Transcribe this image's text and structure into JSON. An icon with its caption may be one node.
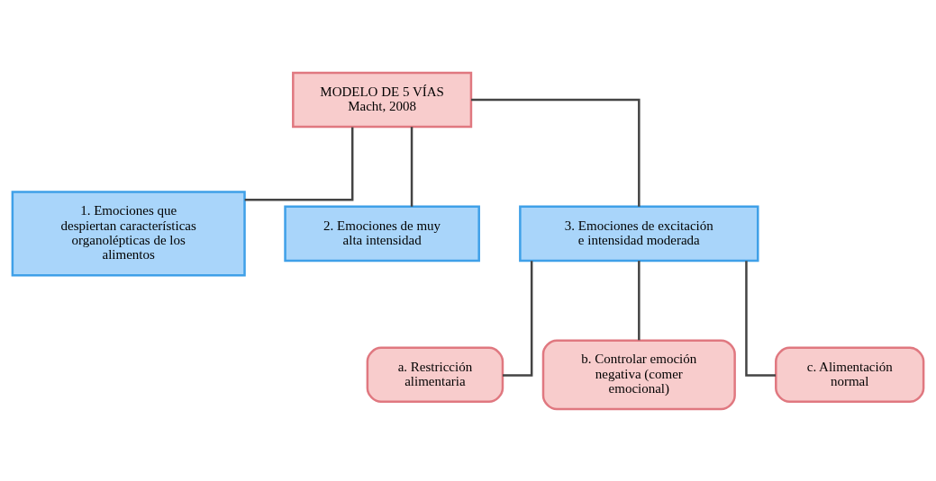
{
  "diagram": {
    "nodes": [
      {
        "text": [
          "MODELO DE 5 VÍAS",
          "Macht, 2008"
        ]
      },
      {
        "text": [
          "1. Emociones que despiertan características organolépticas de los alimentos"
        ]
      },
      {
        "text": [
          "2. Emociones de muy alta intensidad"
        ]
      },
      {
        "text": [
          "3. Emociones de excitación e intensidad moderada"
        ]
      },
      {
        "text": [
          "a. Restricción alimentaria"
        ]
      },
      {
        "text": [
          "b. Controlar emoción negativa (comer emocional)"
        ]
      },
      {
        "text": [
          "c. Alimentación normal"
        ]
      }
    ],
    "edges": [
      {
        "from": 0,
        "to": 1,
        "arrow": "none"
      },
      {
        "from": 0,
        "to": 2,
        "arrow": "none"
      },
      {
        "from": 0,
        "to": 3,
        "arrow": "none"
      },
      {
        "from": 3,
        "to": 4,
        "arrow": "none"
      },
      {
        "from": 3,
        "to": 5,
        "arrow": "none"
      },
      {
        "from": 3,
        "to": 6,
        "arrow": "none"
      }
    ]
  }
}
